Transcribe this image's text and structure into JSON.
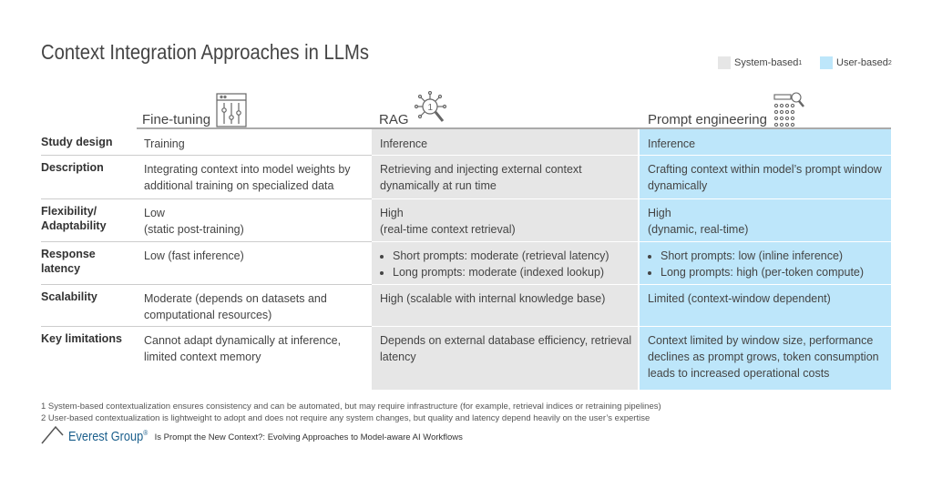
{
  "title": "Context Integration Approaches in LLMs",
  "legend": [
    {
      "label": "System-based",
      "sup": "1",
      "color": "#e6e6e6"
    },
    {
      "label": "User-based",
      "sup": "2",
      "color": "#bde6fa"
    }
  ],
  "columns": [
    {
      "label": "Fine-tuning",
      "icon": "sliders-window-icon"
    },
    {
      "label": "RAG",
      "icon": "magnifier-network-icon"
    },
    {
      "label": "Prompt engineering",
      "icon": "grid-search-icon"
    }
  ],
  "rows": [
    {
      "label": "Study design",
      "cells": [
        "Training",
        "Inference",
        "Inference"
      ]
    },
    {
      "label": "Description",
      "cells": [
        "Integrating context into model weights by additional training on specialized data",
        "Retrieving and injecting external context dynamically at run time",
        "Crafting context within model’s prompt window dynamically"
      ]
    },
    {
      "label": "Flexibility/ Adaptability",
      "cells": [
        "Low\n(static post-training)",
        "High\n(real-time context retrieval)",
        "High\n(dynamic, real-time)"
      ]
    },
    {
      "label": "Response latency",
      "cells": [
        "Low (fast inference)",
        [
          "Short prompts: moderate (retrieval latency)",
          "Long prompts: moderate (indexed lookup)"
        ],
        [
          "Short prompts: low (inline inference)",
          "Long prompts: high (per-token compute)"
        ]
      ]
    },
    {
      "label": "Scalability",
      "cells": [
        "Moderate (depends on datasets and computational resources)",
        "High (scalable with internal knowledge base)",
        "Limited (context-window dependent)"
      ]
    },
    {
      "label": "Key limitations",
      "cells": [
        "Cannot adapt dynamically at inference, limited context memory",
        "Depends on external database efficiency, retrieval latency",
        "Context limited by window size, performance declines as prompt grows, token consumption leads to increased operational costs"
      ]
    }
  ],
  "footnotes": [
    "1 System-based contextualization ensures consistency and can be automated, but may require infrastructure (for example, retrieval indices or retraining pipelines)",
    "2 User-based contextualization is lightweight to adopt and does not require any system changes, but quality and latency depend heavily on the user’s expertise"
  ],
  "footer": {
    "brand": "Everest Group",
    "reg": "®",
    "text": "Is Prompt the New Context?: Evolving Approaches to Model-aware AI Workflows"
  }
}
